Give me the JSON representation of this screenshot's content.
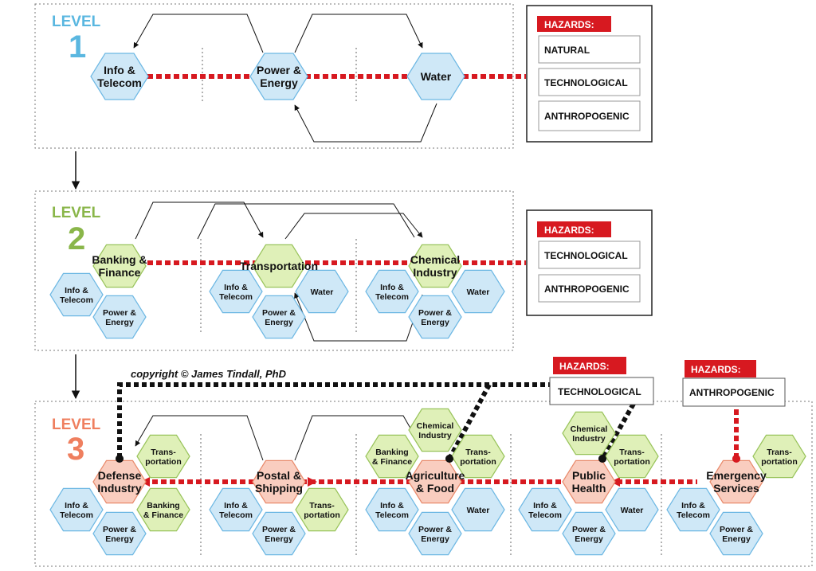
{
  "colors": {
    "blue": "#cfe8f7",
    "green": "#dff0b8",
    "pink": "#f9cdbf",
    "hex_stroke_blue": "#6cb7e3",
    "hex_stroke_green": "#98c35a",
    "hex_stroke_pink": "#e8896a",
    "hazard_red": "#d71920",
    "level1": "#5ab7e0",
    "level2": "#8ab64a",
    "level3": "#ef7f5f"
  },
  "levels": [
    {
      "word": "LEVEL",
      "number": "1",
      "nodes": [
        {
          "name": "Info &\nTelecom",
          "color": "blue"
        },
        {
          "name": "Power &\nEnergy",
          "color": "blue"
        },
        {
          "name": "Water",
          "color": "blue"
        }
      ],
      "hazards": {
        "title": "HAZARDS:",
        "items": [
          "NATURAL",
          "TECHNOLOGICAL",
          "ANTHROPOGENIC"
        ]
      }
    },
    {
      "word": "LEVEL",
      "number": "2",
      "clusters": [
        {
          "main": "Banking &\nFinance",
          "deps": [
            "Info &\nTelecom",
            "Power &\nEnergy"
          ]
        },
        {
          "main": "Transportation",
          "deps": [
            "Info &\nTelecom",
            "Water",
            "Power &\nEnergy"
          ]
        },
        {
          "main": "Chemical\nIndustry",
          "deps": [
            "Info &\nTelecom",
            "Water",
            "Power &\nEnergy"
          ]
        }
      ],
      "hazards": {
        "title": "HAZARDS:",
        "items": [
          "TECHNOLOGICAL",
          "ANTHROPOGENIC"
        ]
      }
    },
    {
      "word": "LEVEL",
      "number": "3",
      "clusters": [
        {
          "main": "Defense\nIndustry",
          "deps": [
            "Trans-\nportation",
            "Info &\nTelecom",
            "Banking\n& Finance",
            "Power &\nEnergy"
          ]
        },
        {
          "main": "Postal &\nShipping",
          "deps": [
            "Info &\nTelecom",
            "Trans-\nportation",
            "Power &\nEnergy"
          ]
        },
        {
          "main": "Agriculture\n& Food",
          "deps": [
            "Chemical\nIndustry",
            "Banking\n& Finance",
            "Trans-\nportation",
            "Info &\nTelecom",
            "Water",
            "Power &\nEnergy"
          ]
        },
        {
          "main": "Public\nHealth",
          "deps": [
            "Chemical\nIndustry",
            "Trans-\nportation",
            "Info &\nTelecom",
            "Water",
            "Power &\nEnergy"
          ]
        },
        {
          "main": "Emergency\nServices",
          "deps": [
            "Trans-\nportation",
            "Info &\nTelecom",
            "Power &\nEnergy"
          ]
        }
      ],
      "hazards": [
        {
          "title": "HAZARDS:",
          "items": [
            "TECHNOLOGICAL"
          ]
        },
        {
          "title": "HAZARDS:",
          "items": [
            "ANTHROPOGENIC"
          ]
        }
      ]
    }
  ],
  "copyright": "copyright © James Tindall, PhD"
}
